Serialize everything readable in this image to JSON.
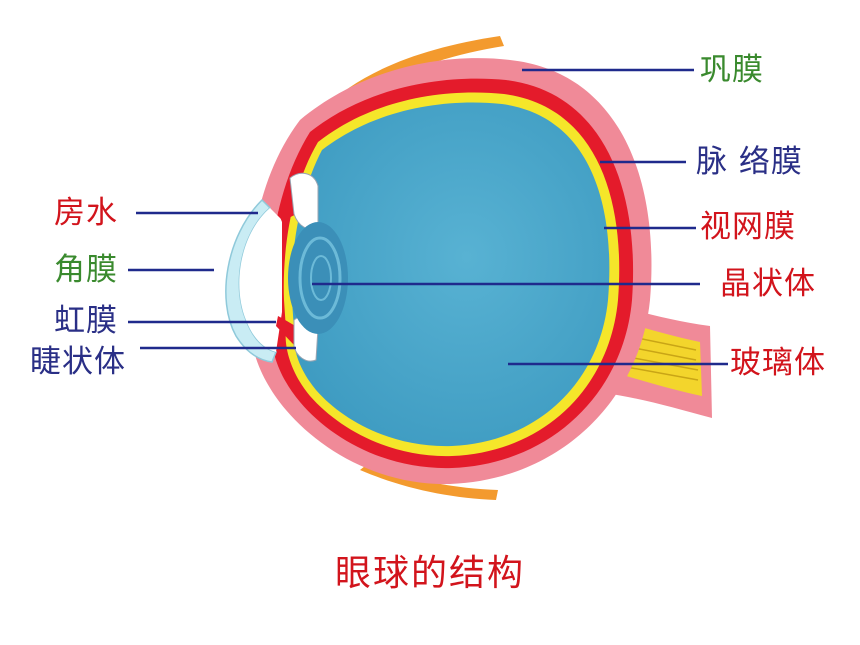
{
  "colors": {
    "label_green": "#3a8a2e",
    "label_blue": "#2a2f86",
    "label_red": "#d2141c",
    "leader_line": "#1f2a8c",
    "vitreous": "#4aa6c9",
    "sclera": "#f08a98",
    "choroid": "#e41b2b",
    "retina": "#f5e62a",
    "optic_nerve": "#f3d52c",
    "eyelid": "#f39a2e",
    "cornea": "#c9ecf4"
  },
  "diagram": {
    "caption": "眼球的结构",
    "labels": {
      "sclera": "巩膜",
      "choroid": "脉 络膜",
      "retina": "视网膜",
      "lens": "晶状体",
      "vitreous_body": "玻璃体",
      "aqueous_humor": "房水",
      "cornea": "角膜",
      "iris": "虹膜",
      "ciliary_body": "睫状体"
    }
  }
}
